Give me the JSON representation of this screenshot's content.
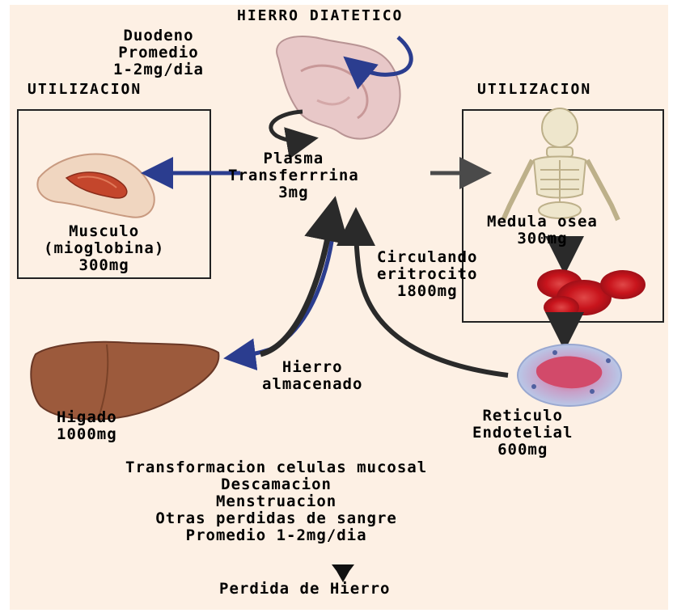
{
  "title": "HIERRO DIATETICO",
  "duodeno": [
    "Duodeno",
    "Promedio",
    "1-2mg/dia"
  ],
  "utilizacion_left": "UTILIZACION",
  "utilizacion_right": "UTILIZACION",
  "plasma": [
    "Plasma",
    "Transferrrina",
    "3mg"
  ],
  "musculo": [
    "Musculo",
    "(mioglobina)",
    "300mg"
  ],
  "medula": [
    "Medula osea",
    "300mg"
  ],
  "circulando": [
    "Circulando",
    "eritrocito",
    "1800mg"
  ],
  "higado": [
    "Higado",
    "1000mg"
  ],
  "almacenado": [
    "Hierro",
    "almacenado"
  ],
  "reticulo": [
    "Reticulo",
    "Endotelial",
    "600mg"
  ],
  "perdidas": [
    "Transformacion celulas mucosal",
    "Descamacion",
    "Menstruacion",
    "Otras perdidas de sangre",
    "Promedio 1-2mg/dia"
  ],
  "perdida_hierro": "Perdida de Hierro",
  "colors": {
    "background": "#fdf0e4",
    "arrow_blue": "#2b3d8f",
    "arrow_dark": "#2a2a2a",
    "red_cells": "#c8141c",
    "liver": "#9c5a3c"
  },
  "icons": [
    "stomach-duodenum-icon",
    "arm-muscle-icon",
    "skeleton-icon",
    "red-blood-cells-icon",
    "liver-icon",
    "reticuloendothelial-cell-icon"
  ]
}
